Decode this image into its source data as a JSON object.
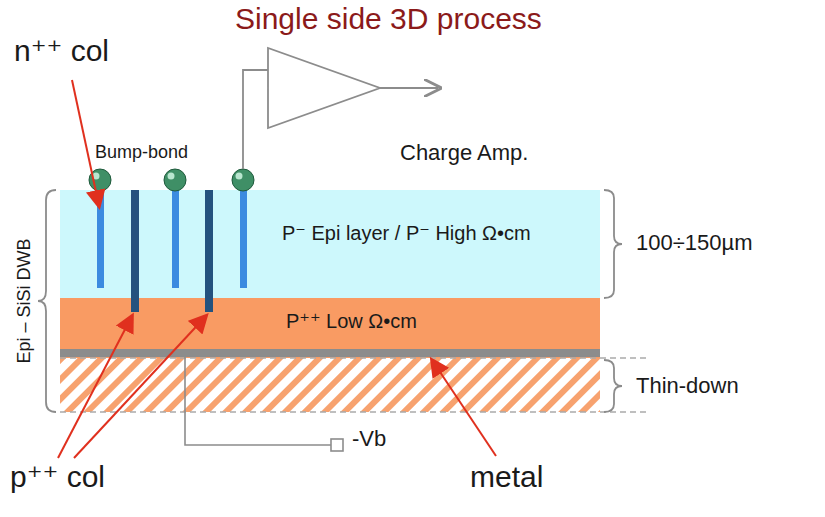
{
  "diagram": {
    "title": "Single side 3D process",
    "nodes": [
      {
        "text": [
          "P⁻ Epi layer / P⁻ High Ω•cm"
        ]
      },
      {
        "text": [
          "P⁺⁺ Low Ω•cm"
        ]
      }
    ],
    "labels": [
      "n⁺⁺ col",
      "Bump-bond",
      "Charge Amp.",
      "Epi – SiSi DWB",
      "100÷150µm",
      "Thin-down",
      "-Vb",
      "p⁺⁺ col",
      "metal"
    ]
  }
}
